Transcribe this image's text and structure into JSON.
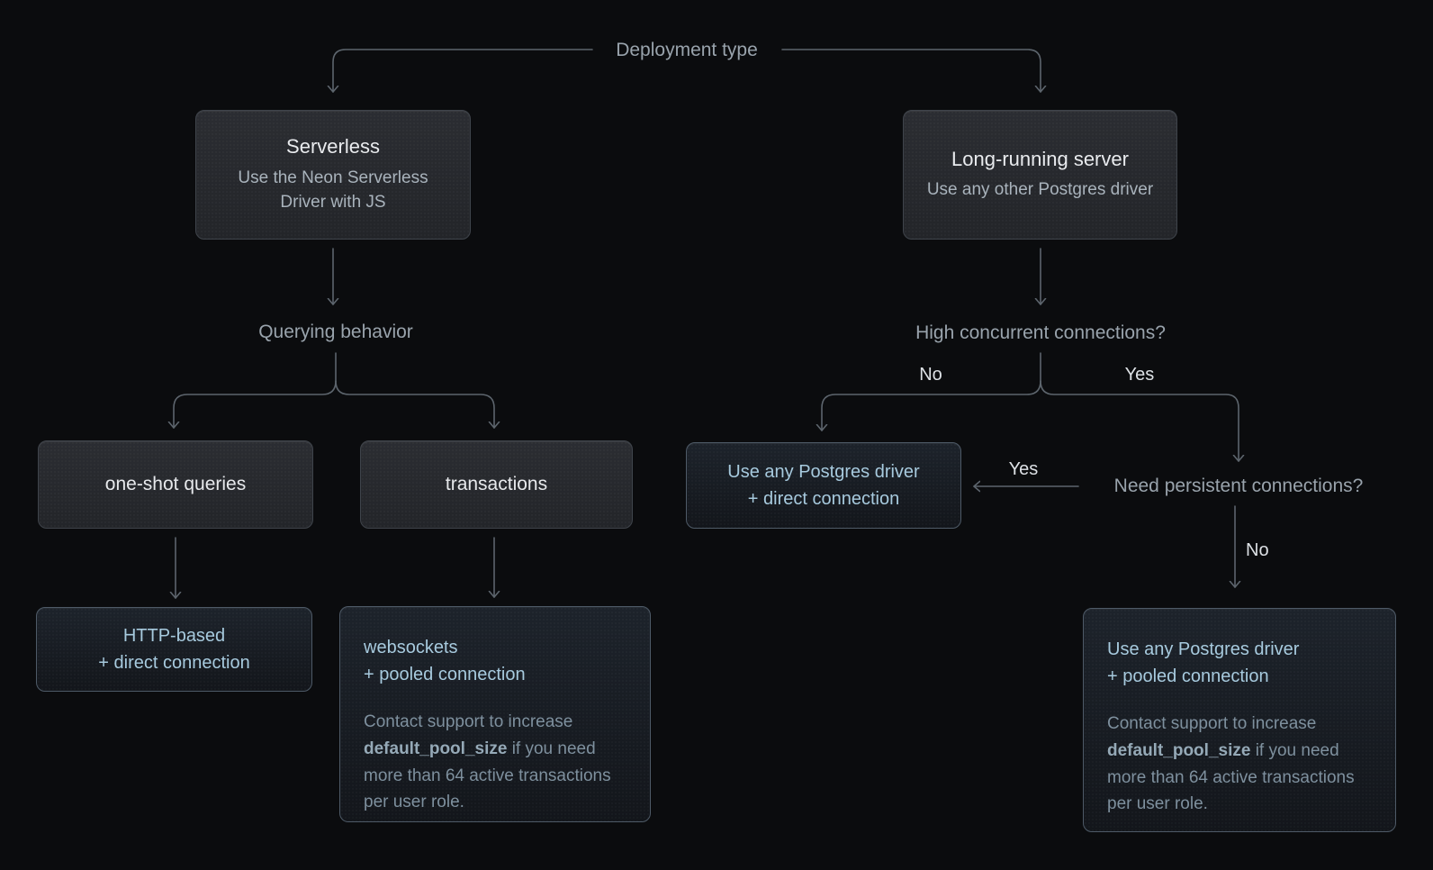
{
  "diagram": {
    "root_label": "Deployment type",
    "nodes": {
      "serverless": {
        "title": "Serverless",
        "subtitle": "Use the Neon Serverless Driver with JS"
      },
      "long_running": {
        "title": "Long-running server",
        "subtitle": "Use any other Postgres driver"
      },
      "one_shot": {
        "title": "one-shot queries"
      },
      "transactions": {
        "title": "transactions"
      },
      "http_direct": {
        "line1": "HTTP-based",
        "line2": "+ direct connection"
      },
      "websockets_pooled": {
        "line1": "websockets",
        "line2": "+ pooled connection",
        "note_pre": "Contact support to increase ",
        "note_bold": "default_pool_size",
        "note_post": " if you need more than 64 active transactions per user role."
      },
      "any_driver_direct": {
        "line1": "Use any Postgres driver",
        "line2": "+ direct connection"
      },
      "any_driver_pooled": {
        "line1": "Use any Postgres driver",
        "line2": "+ pooled connection",
        "note_pre": "Contact support to increase ",
        "note_bold": "default_pool_size",
        "note_post": " if you need more than 64 active transactions per user role."
      }
    },
    "labels": {
      "querying_behavior": "Querying behavior",
      "high_concurrent": "High concurrent connections?",
      "need_persistent": "Need persistent connections?"
    },
    "edge_labels": {
      "no_high_concurrent": "No",
      "yes_high_concurrent": "Yes",
      "yes_need_persistent": "Yes",
      "no_need_persistent": "No"
    },
    "colors": {
      "background": "#0b0c0e",
      "decision_box_bg": "#26282c",
      "decision_box_border": "#3f444b",
      "result_box_bg": "#171b21",
      "result_box_border": "#4e5a67",
      "title_text": "#e9ebee",
      "subtitle_text": "#a9b3bc",
      "result_text": "#a7cade",
      "note_text": "#7e909e",
      "label_text": "#99a3ac",
      "edge_label_text": "#dde1e5",
      "line": "#5d656d"
    }
  }
}
